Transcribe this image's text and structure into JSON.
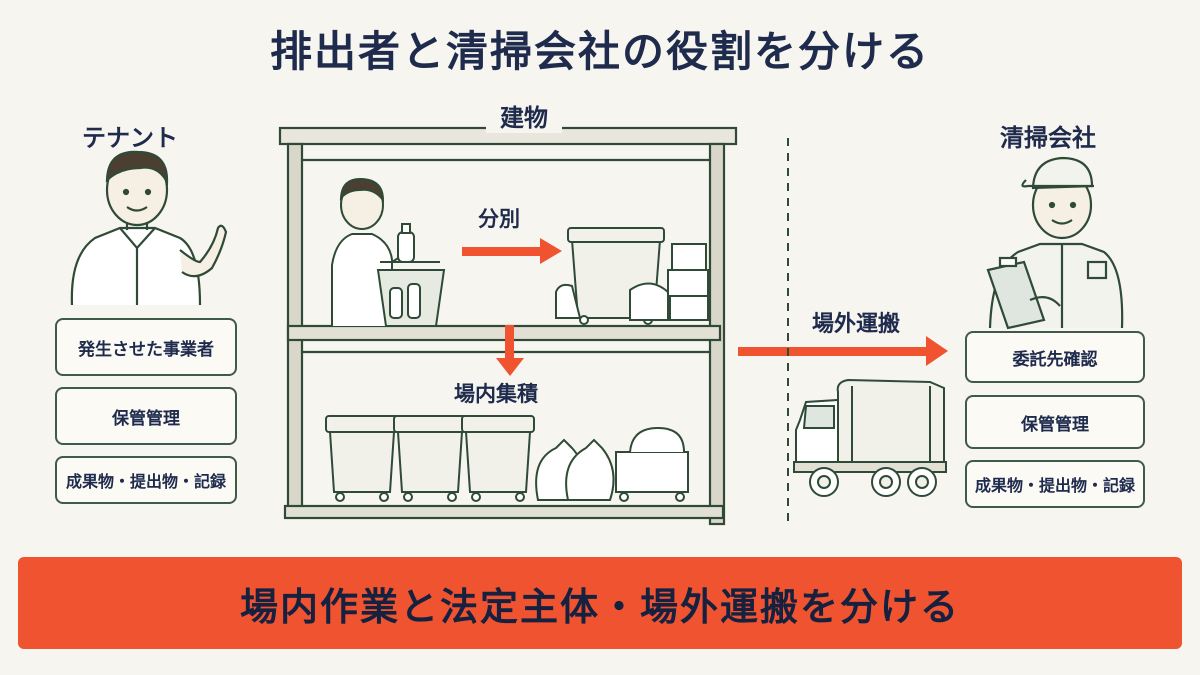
{
  "title": "排出者と清掃会社の役割を分ける",
  "tenant": {
    "label": "テナント",
    "roles": [
      "発生させた事業者",
      "保管管理",
      "成果物・提出物・記録"
    ]
  },
  "building": {
    "label": "建物",
    "sorting_label": "分別",
    "onsite_collection_label": "場内集積"
  },
  "transport_label": "場外運搬",
  "company": {
    "label": "清掃会社",
    "roles": [
      "委託先確認",
      "保管管理",
      "成果物・提出物・記録"
    ]
  },
  "banner": "場内作業と法定主体・場外運搬を分ける",
  "colors": {
    "arrow": "#ef5330",
    "line": "#3f5a46",
    "text": "#1f2b4d"
  }
}
